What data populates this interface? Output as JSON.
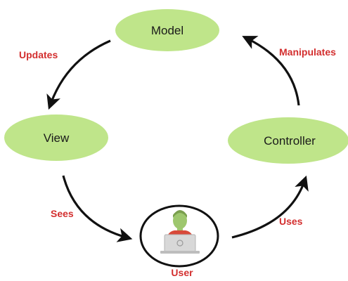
{
  "colors": {
    "node_fill": "#bfe58a",
    "edge_label": "#d32f2f",
    "arrow": "#111111",
    "user_shirt": "#d84a3a",
    "user_skin": "#9ec76e",
    "laptop": "#d8d8d8"
  },
  "nodes": {
    "model": "Model",
    "view": "View",
    "controller": "Controller",
    "user": "User"
  },
  "edges": {
    "updates": "Updates",
    "manipulates": "Manipulates",
    "sees": "Sees",
    "uses": "Uses"
  },
  "icons": {
    "user": "user-at-laptop-icon"
  }
}
